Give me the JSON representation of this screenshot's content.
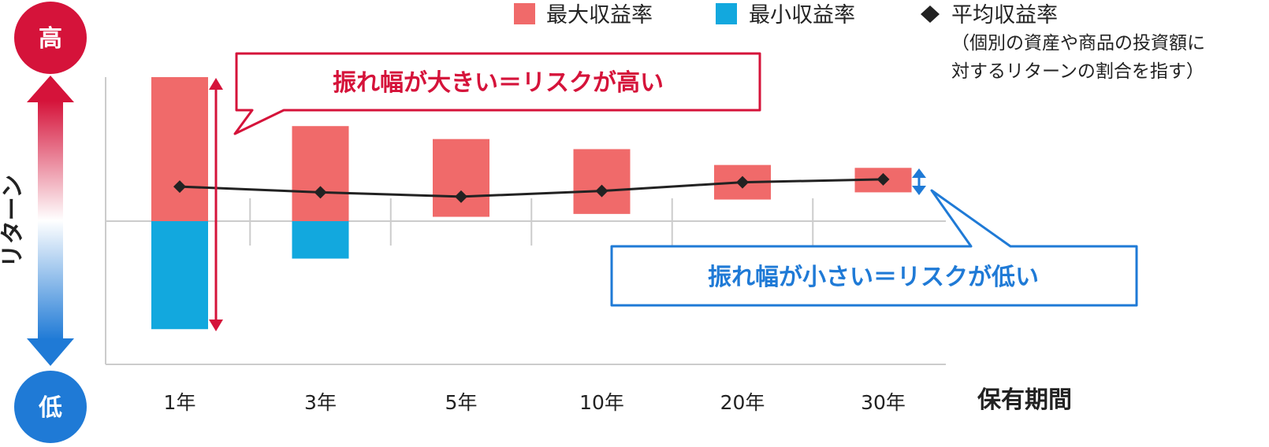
{
  "chart_data": {
    "type": "bar",
    "categories": [
      "1年",
      "3年",
      "5年",
      "10年",
      "20年",
      "30年"
    ],
    "series": [
      {
        "name": "最大収益率",
        "type": "floating-bar",
        "color": "#f06a6a",
        "ranges": [
          [
            0,
            100
          ],
          [
            0,
            66
          ],
          [
            3,
            57
          ],
          [
            5,
            50
          ],
          [
            15,
            39
          ],
          [
            20,
            37
          ]
        ]
      },
      {
        "name": "最小収益率",
        "type": "floating-bar",
        "color": "#12a8de",
        "ranges": [
          [
            -75,
            0
          ],
          [
            -26,
            0
          ],
          null,
          null,
          null,
          null
        ]
      },
      {
        "name": "平均収益率",
        "type": "line",
        "color": "#222222",
        "values": [
          24,
          20,
          17,
          21,
          27,
          29
        ]
      }
    ],
    "ylim": [
      -98,
      100
    ],
    "xlabel": "保有期間",
    "ylabel": "リターン",
    "y_high_label": "高",
    "y_low_label": "低",
    "legend": {
      "items": [
        "最大収益率",
        "最小収益率",
        "平均収益率"
      ],
      "note_lines": [
        "（個別の資産や商品の投資額に",
        "対するリターンの割合を指す）"
      ],
      "placement": "top-right"
    },
    "annotations": {
      "high_risk": "振れ幅が大きい＝リスクが高い",
      "low_risk": "振れ幅が小さい＝リスクが低い"
    },
    "grid": false
  },
  "colors": {
    "max_bar": "#f06a6a",
    "min_bar": "#12a8de",
    "avg_line": "#222222",
    "high": "#d5133a",
    "low": "#1f7ad6",
    "grid": "#cccccc"
  }
}
